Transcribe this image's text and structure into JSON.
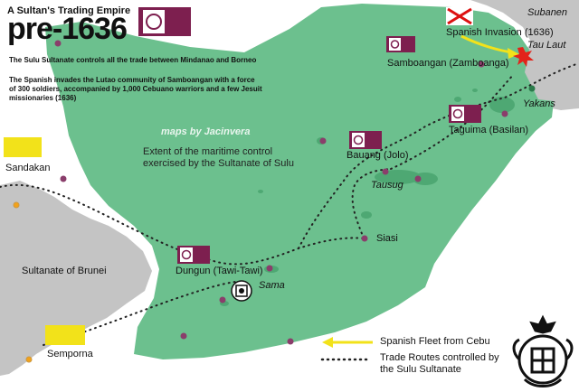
{
  "header": {
    "subtitle": "A Sultan's Trading Empire",
    "title": "pre-1636"
  },
  "description": {
    "control": "The Sulu Sultanate controls all the trade between Mindanao and Borneo",
    "invasion": "The Spanish invades the Lutao community of Samboangan with a force of 300 soldiers, accompanied by 1,000 Cebuano warriors and a few Jesuit missionaries (1636)"
  },
  "watermark": "maps by Jacinvera",
  "map": {
    "extent_label": "Extent of the maritime control exercised by the Sultanate of Sulu",
    "places": {
      "subanen": "Subanen",
      "spanish_invasion": "Spanish Invasion (1636)",
      "tau_laut": "Tau Laut",
      "samboangan": "Samboangan (Zamboanga)",
      "yakans": "Yakans",
      "taguima": "Taguima (Basilan)",
      "bauang": "Bauang (Jolo)",
      "tausug": "Tausug",
      "siasi": "Siasi",
      "dungun": "Dungun (Tawi-Tawi)",
      "sama": "Sama",
      "sandakan": "Sandakan",
      "brunei": "Sultanate of Brunei",
      "semporna": "Semporna"
    }
  },
  "legend": {
    "fleet": "Spanish Fleet from Cebu",
    "routes": "Trade Routes controlled by the Sulu Sultanate"
  },
  "colors": {
    "sea_control": "#6cc08e",
    "land": "#c4c4c4",
    "flag": "#7d1f4f",
    "route": "#222222",
    "fleet_arrow": "#f2e21a",
    "sandakan_marker": "#f2e21a"
  },
  "icons": {
    "sultanate_emblem": "sultanate-emblem-icon",
    "spanish_flag": "burgundy-cross-flag-icon",
    "battle": "explosion-icon"
  }
}
